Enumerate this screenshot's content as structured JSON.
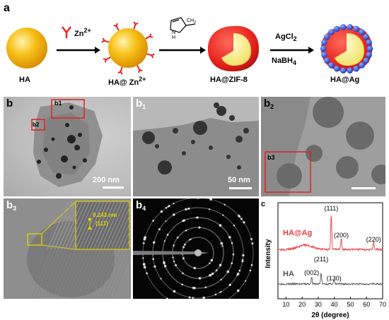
{
  "panel_a": {
    "letter": "a",
    "reagent_1": "Zn",
    "reagent_1_charge": "2+",
    "reagent_2_methyl": "CH",
    "reagent_2_methyl_sub": "3",
    "reagent_2_nh": "N",
    "reagent_2_h": "H",
    "reagent_3_top": "AgCl",
    "reagent_3_top_sub": "2",
    "reagent_3_bottom": "NaBH",
    "reagent_3_bottom_sub": "4",
    "label_1": "HA",
    "label_2": "HA@ Zn",
    "label_2_charge": "2+",
    "label_3": "HA@ZIF-8",
    "label_4": "HA@Ag"
  },
  "panel_b": {
    "letter": "b",
    "box_b1": "b1",
    "box_b2": "b2",
    "scale": "200 nm"
  },
  "panel_b1": {
    "letter": "b",
    "sub": "1",
    "scale": "50 nm"
  },
  "panel_b2": {
    "letter": "b",
    "sub": "2",
    "box_b3": "b3"
  },
  "panel_b3": {
    "letter": "b",
    "sub": "3",
    "spacing": "0.243 nm",
    "plane": "(111)"
  },
  "panel_b4": {
    "letter": "b",
    "sub": "4"
  },
  "chart_data": {
    "type": "line",
    "panel_letter": "c",
    "xlabel": "2θ (degree)",
    "ylabel": "Intensity",
    "xlim": [
      5,
      70
    ],
    "xticks": [
      10,
      20,
      30,
      40,
      50,
      60,
      70
    ],
    "series": [
      {
        "name": "HA@Ag",
        "color": "#e8383d",
        "peaks": [
          {
            "x": 38.1,
            "label": "(111)"
          },
          {
            "x": 44.3,
            "label": "(200)"
          },
          {
            "x": 64.4,
            "label": "(220)"
          }
        ]
      },
      {
        "name": "HA",
        "color": "#555555",
        "peaks": [
          {
            "x": 25.9,
            "label": "(002)"
          },
          {
            "x": 31.8,
            "label": "(211)"
          },
          {
            "x": 39.8,
            "label": "(130)"
          }
        ]
      }
    ]
  },
  "colors": {
    "core": "#f7b500",
    "zif": "#e8231e",
    "ag": "#2f4fd6",
    "arrow": "#000000"
  }
}
